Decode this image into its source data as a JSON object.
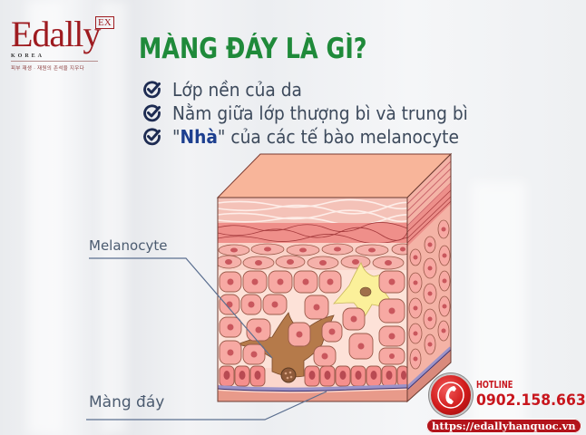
{
  "brand": {
    "logo_text": "Edally",
    "logo_badge": "EX",
    "logo_subtitle": "KOREA",
    "tagline": "피부 재생 · 재원의 존석을 지우다",
    "color": "#9e1b20"
  },
  "header": {
    "title": "MÀNG ĐÁY LÀ GÌ?",
    "title_color": "#1f8a3a"
  },
  "checklist": {
    "icon": "check-circle-icon",
    "items": [
      {
        "text": "Lớp nền của da"
      },
      {
        "text": "Nằm giữa lớp thượng bì và trung bì"
      },
      {
        "text_quote_open": "\"",
        "text_bold": "Nhà",
        "text_quote_close": "\"",
        "text_rest": " của các tế bào melanocyte"
      }
    ]
  },
  "diagram": {
    "labels": {
      "melanocyte": "Melanocyte",
      "basement_membrane": "Màng đáy"
    },
    "colors": {
      "top_face": "#f8b59a",
      "cell_fill": "#f7a9a3",
      "nucleus": "#c9575d",
      "melanocyte_brown": "#b57a4a",
      "melanocyte_yellow": "#fbf09a",
      "membrane": "#9b93c9",
      "dermis": "#e89a8a"
    }
  },
  "contact": {
    "hotline_label": "HOTLINE",
    "phone": "0902.158.663",
    "url": "https://edallyhanquoc.vn",
    "icon": "phone-icon",
    "color": "#c8161d"
  }
}
